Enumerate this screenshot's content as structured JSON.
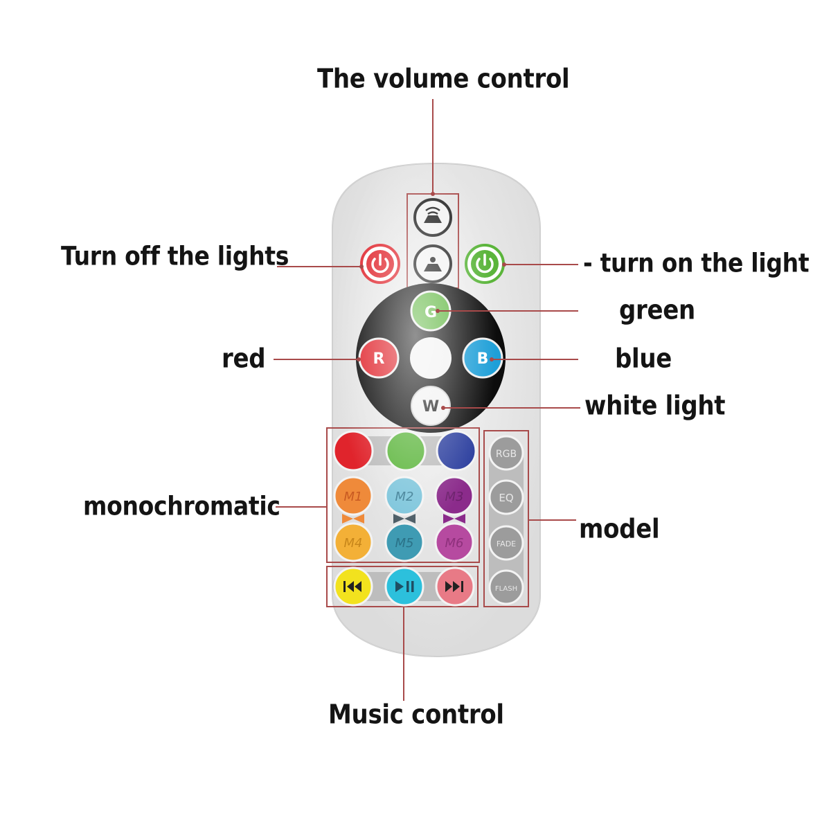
{
  "labels": {
    "volume": "The volume control",
    "off": "Turn off the lights",
    "on": "- turn on the light",
    "green": "green",
    "red": "red",
    "blue": "blue",
    "white": "white light",
    "mono": "monochromatic",
    "model": "model",
    "music": "Music control"
  },
  "buttons": {
    "red": "R",
    "green": "G",
    "blue": "B",
    "white": "W",
    "m1": "M1",
    "m2": "M2",
    "m3": "M3",
    "m4": "M4",
    "m5": "M5",
    "m6": "M6",
    "rgb": "RGB",
    "eq": "EQ",
    "fade": "FADE",
    "flash": "FLASH"
  },
  "icons": {
    "volume_up": "volume-up-icon",
    "volume_down": "volume-down-icon",
    "power_off": "power-off-icon",
    "power_on": "power-on-icon",
    "previous": "previous-track-icon",
    "play_pause": "play-pause-icon",
    "next": "next-track-icon"
  },
  "colors": {
    "accent_line": "#a84a4a",
    "remote_body": "#e9e9e9",
    "red": "#e0242c",
    "green": "#5bb53b",
    "blue": "#1e9fd8",
    "dark_blue": "#2b3e9e",
    "orange": "#ef8a3a",
    "purple": "#8b2b8b",
    "yellow": "#f2e21e",
    "cyan": "#2cc0dc",
    "pink": "#e87a86"
  }
}
